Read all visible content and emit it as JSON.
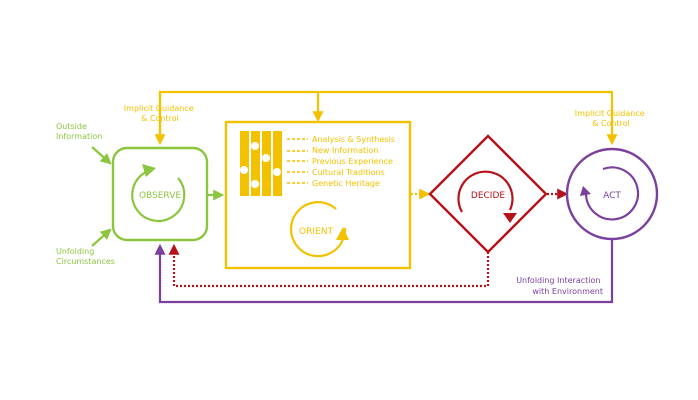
{
  "labels": {
    "outside_information": [
      "Outside",
      "Information"
    ],
    "unfolding_circumstances": [
      "Unfolding",
      "Circumstances"
    ],
    "implicit_guidance_left": [
      "Implicit Guidance",
      "& Control"
    ],
    "implicit_guidance_right": [
      "Implicit Guidance",
      "& Control"
    ],
    "unfolding_interaction": [
      "Unfolding Interaction",
      "with Environment"
    ]
  },
  "nodes": {
    "observe": "OBSERVE",
    "orient": "ORIENT",
    "decide": "DECIDE",
    "act": "ACT"
  },
  "orient_factors": [
    "Analysis & Synthesis",
    "New Information",
    "Previous Experience",
    "Cultural Traditions",
    "Genetic Heritage"
  ],
  "colors": {
    "observe": "#8cc63f",
    "orient": "#f2c200",
    "decide": "#b5121b",
    "act": "#7b3f9e"
  }
}
